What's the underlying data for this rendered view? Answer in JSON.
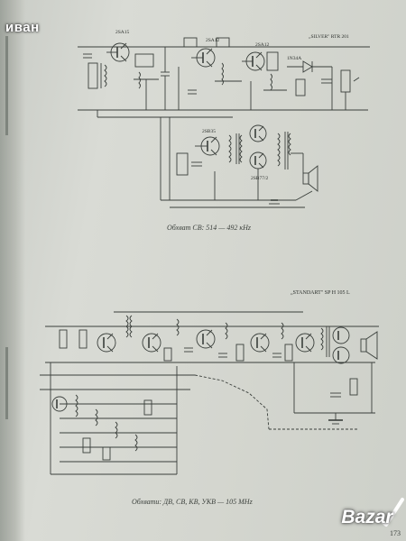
{
  "watermark": {
    "text": "иван"
  },
  "top_schematic": {
    "title": "„SILVER\" RTR 201",
    "components": [
      "2SA15",
      "2SA12",
      "2SA12",
      "1N34A",
      "2SB35",
      "2SB77/2"
    ],
    "caption": "Обхват СВ: 514 — 492 кHz"
  },
  "bottom_schematic": {
    "title": "„STANDART\" SP H 105 L",
    "caption": "Обхвати: ДВ, СВ, КВ, УКВ — 105 МHz"
  },
  "page": {
    "number": "173"
  },
  "brand": {
    "name": "Bazar",
    "icon": "checkmark-swoosh-icon"
  },
  "colors": {
    "paper": "#d6d8d1",
    "ink": "#2b2f2c",
    "watermark": "#ffffff"
  }
}
